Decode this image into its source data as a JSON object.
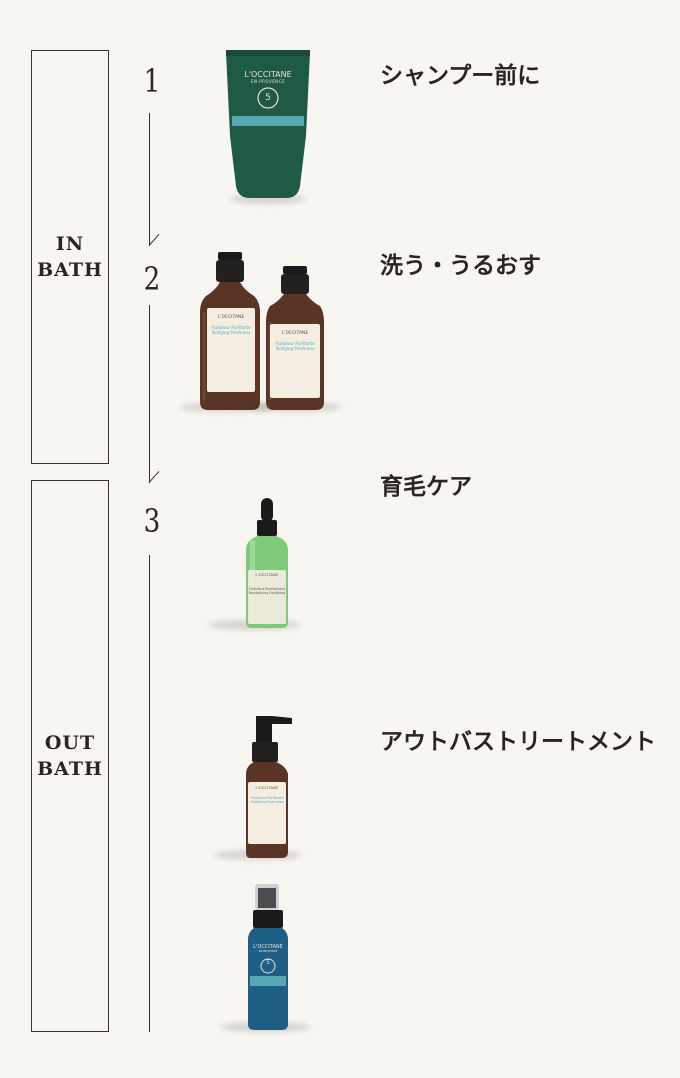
{
  "sections": {
    "in_bath": "IN\nBATH",
    "out_bath": "OUT\nBATH"
  },
  "steps": [
    {
      "number": "1",
      "title": "シャンプー前に"
    },
    {
      "number": "2",
      "title": "洗う・うるおす"
    },
    {
      "number": "3",
      "title": "育毛ケア"
    }
  ],
  "extra_title": "アウトバストリートメント",
  "product_text": {
    "brand": "L'OCCITANE",
    "origin": "EN PROVENCE",
    "line": "Fraîcheur Purifiante",
    "line_en": "Purifying Freshness",
    "serum_line": "Fortifiant Revitalisant",
    "serum_line_en": "Revitalizing Fortifying",
    "badge": "5"
  },
  "colors": {
    "tube": "#1f5a45",
    "amber": "#5a3526",
    "teal_accent": "#56a8b5",
    "serum": "#7fc97a",
    "mist_blue": "#1f5f86"
  }
}
